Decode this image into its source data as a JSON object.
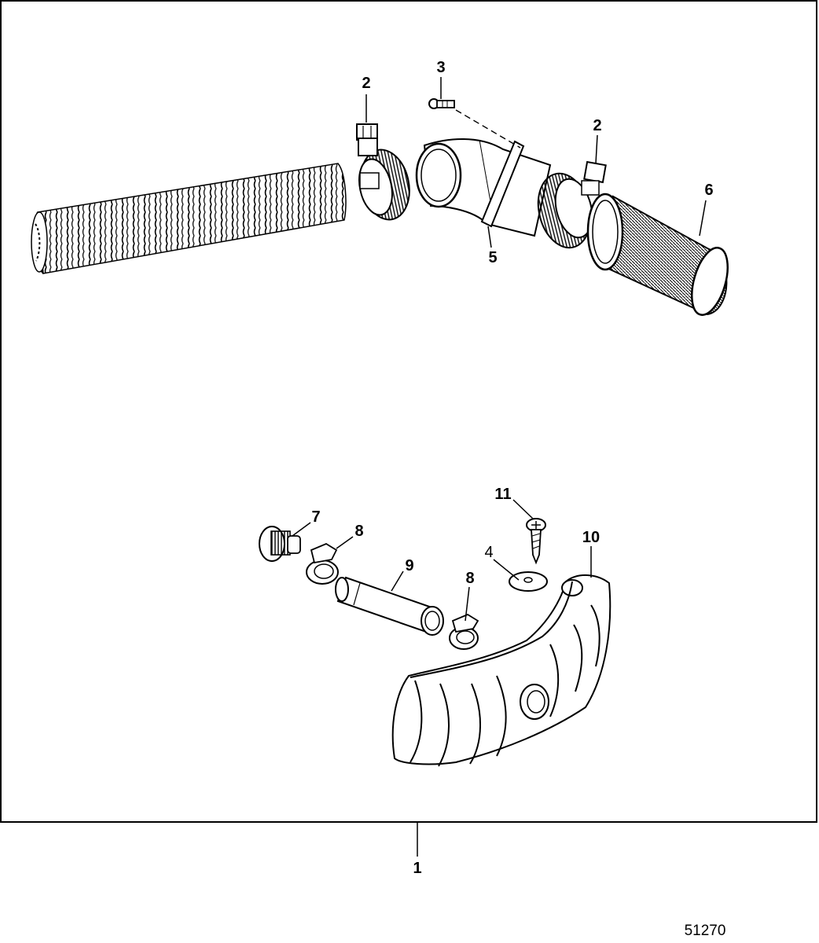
{
  "callouts": {
    "c1": "1",
    "c2a": "2",
    "c2b": "2",
    "c3": "3",
    "c4": "4",
    "c5": "5",
    "c6": "6",
    "c7": "7",
    "c8a": "8",
    "c8b": "8",
    "c9": "9",
    "c10": "10",
    "c11": "11"
  },
  "figure_number": "51270",
  "colors": {
    "ink": "#000000",
    "paper": "#ffffff"
  }
}
